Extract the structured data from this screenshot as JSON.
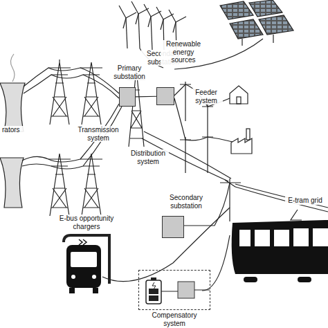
{
  "diagram": {
    "nodes": [
      {
        "text": [
          "Primary substation"
        ]
      },
      {
        "text": [
          "Secondary substation"
        ]
      },
      {
        "text": [
          "Secondary substation"
        ]
      },
      {
        "text": [
          "Compensatory system"
        ]
      }
    ],
    "edges": [
      {
        "from": 0,
        "to": 1,
        "arrow": "none"
      }
    ],
    "labels": [
      "Renewable energy sources",
      "rators",
      "Transmission system",
      "Distribution system",
      "Feeder system",
      "E-tram grid",
      "E-bus opportunity chargers"
    ]
  }
}
